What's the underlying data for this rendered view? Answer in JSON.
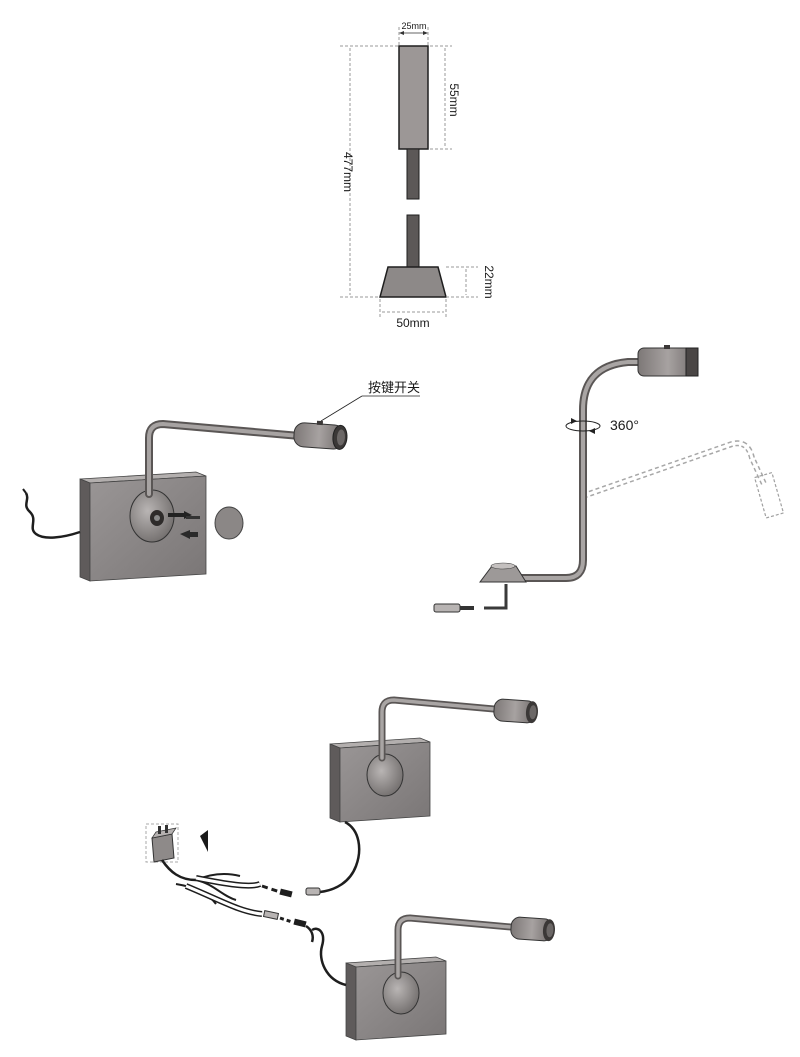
{
  "dimensions": {
    "head_width": "25mm",
    "head_height": "55mm",
    "total_height": "477mm",
    "base_height": "22mm",
    "base_width": "50mm"
  },
  "callouts": {
    "button_switch": "按键开关",
    "rotation": "360°"
  },
  "colors": {
    "metal": "#8e8a89",
    "metal_dark": "#5e5a59",
    "plate": "#8a8686",
    "plate_side": "#5f5b5b",
    "line": "#2a2a2a",
    "dash": "#9a9a9a"
  },
  "icons": [
    "screw-icon",
    "arrow-icon",
    "power-adapter-icon",
    "rotation-arrow-icon"
  ]
}
